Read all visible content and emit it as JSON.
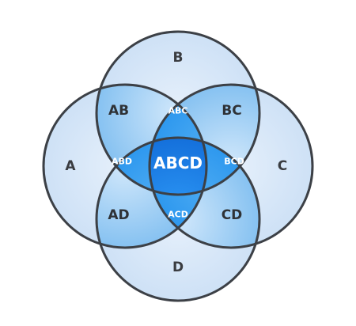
{
  "diagram": {
    "type": "venn",
    "sets": [
      "A",
      "B",
      "C",
      "D"
    ],
    "labels": {
      "A": "A",
      "B": "B",
      "C": "C",
      "D": "D",
      "AB": "AB",
      "BC": "BC",
      "AD": "AD",
      "CD": "CD",
      "ABC": "ABC",
      "ABD": "ABD",
      "BCD": "BCD",
      "ACD": "ACD",
      "ABCD": "ABCD"
    },
    "colors": {
      "outline": "#3c4046",
      "single_fill": "#d6e6f8",
      "single_fill_edge": "#c4dbf4",
      "pair_fill": "#b9d9f6",
      "pair_fill_edge": "#7fbcee",
      "triple_fill": "#2f9ef0",
      "center_fill": "#0b6fe0",
      "center_fill_light": "#2b8ef3"
    }
  }
}
